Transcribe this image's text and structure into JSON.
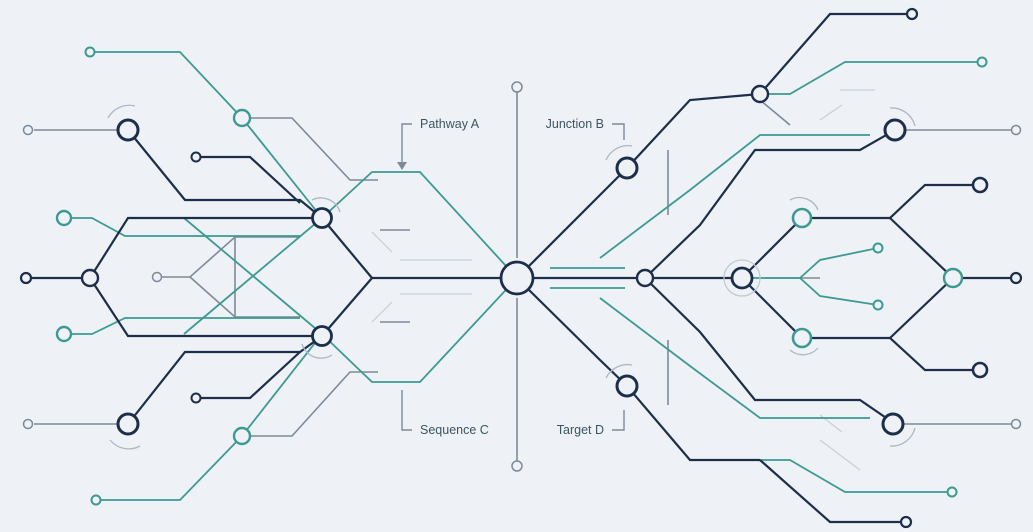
{
  "labels": {
    "pathway_a": "Pathway A",
    "junction_b": "Junction B",
    "sequence_c": "Sequence C",
    "target_d": "Target D"
  },
  "colors": {
    "background": "#eef1f5",
    "navy": "#1c2e4a",
    "teal": "#3d9a92",
    "slate": "#7d8a9a",
    "light": "#c9d1da"
  }
}
